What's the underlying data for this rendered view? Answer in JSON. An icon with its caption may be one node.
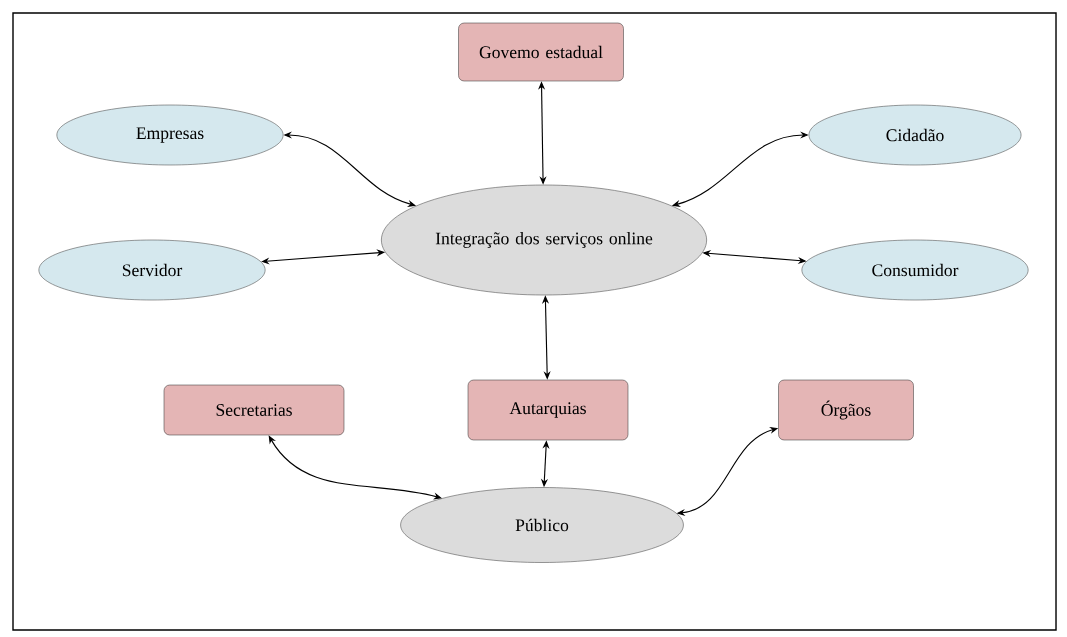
{
  "diagram": {
    "nodes": [
      {
        "text": [
          "Govemo estadual"
        ]
      },
      {
        "text": [
          "Empresas"
        ]
      },
      {
        "text": [
          "Cidadão"
        ]
      },
      {
        "text": [
          "Integração dos serviços online"
        ]
      },
      {
        "text": [
          "Servidor"
        ]
      },
      {
        "text": [
          "Consumidor"
        ]
      },
      {
        "text": [
          "Secretarias"
        ]
      },
      {
        "text": [
          "Autarquias"
        ]
      },
      {
        "text": [
          "Órgãos"
        ]
      },
      {
        "text": [
          "Público"
        ]
      }
    ],
    "edges": [
      {
        "from": 0,
        "to": 3,
        "arrow": "both"
      },
      {
        "from": 1,
        "to": 3,
        "arrow": "both"
      },
      {
        "from": 2,
        "to": 3,
        "arrow": "both"
      },
      {
        "from": 4,
        "to": 3,
        "arrow": "both"
      },
      {
        "from": 5,
        "to": 3,
        "arrow": "both"
      },
      {
        "from": 3,
        "to": 7,
        "arrow": "both"
      },
      {
        "from": 6,
        "to": 9,
        "arrow": "both"
      },
      {
        "from": 7,
        "to": 9,
        "arrow": "both"
      },
      {
        "from": 8,
        "to": 9,
        "arrow": "both"
      }
    ]
  }
}
